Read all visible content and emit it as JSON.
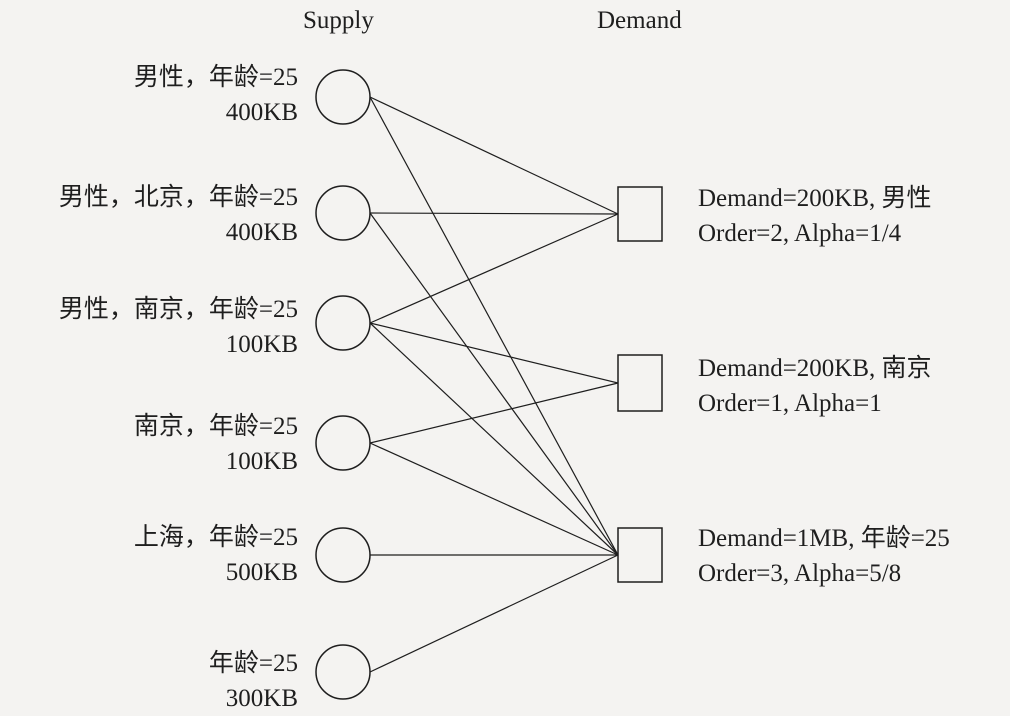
{
  "headers": {
    "supply": "Supply",
    "demand": "Demand"
  },
  "supply_nodes": [
    {
      "line1": "男性，年龄=25",
      "line2": "400KB"
    },
    {
      "line1": "男性，北京，年龄=25",
      "line2": "400KB"
    },
    {
      "line1": "男性，南京，年龄=25",
      "line2": "100KB"
    },
    {
      "line1": "南京，年龄=25",
      "line2": "100KB"
    },
    {
      "line1": "上海，年龄=25",
      "line2": "500KB"
    },
    {
      "line1": "年龄=25",
      "line2": "300KB"
    }
  ],
  "demand_nodes": [
    {
      "line1": "Demand=200KB, 男性",
      "line2": "Order=2, Alpha=1/4"
    },
    {
      "line1": "Demand=200KB, 南京",
      "line2": "Order=1, Alpha=1"
    },
    {
      "line1": "Demand=1MB, 年龄=25",
      "line2": "Order=3, Alpha=5/8"
    }
  ],
  "edges": [
    [
      0,
      0
    ],
    [
      0,
      2
    ],
    [
      1,
      0
    ],
    [
      1,
      2
    ],
    [
      2,
      0
    ],
    [
      2,
      1
    ],
    [
      2,
      2
    ],
    [
      3,
      1
    ],
    [
      3,
      2
    ],
    [
      4,
      2
    ],
    [
      5,
      2
    ]
  ]
}
